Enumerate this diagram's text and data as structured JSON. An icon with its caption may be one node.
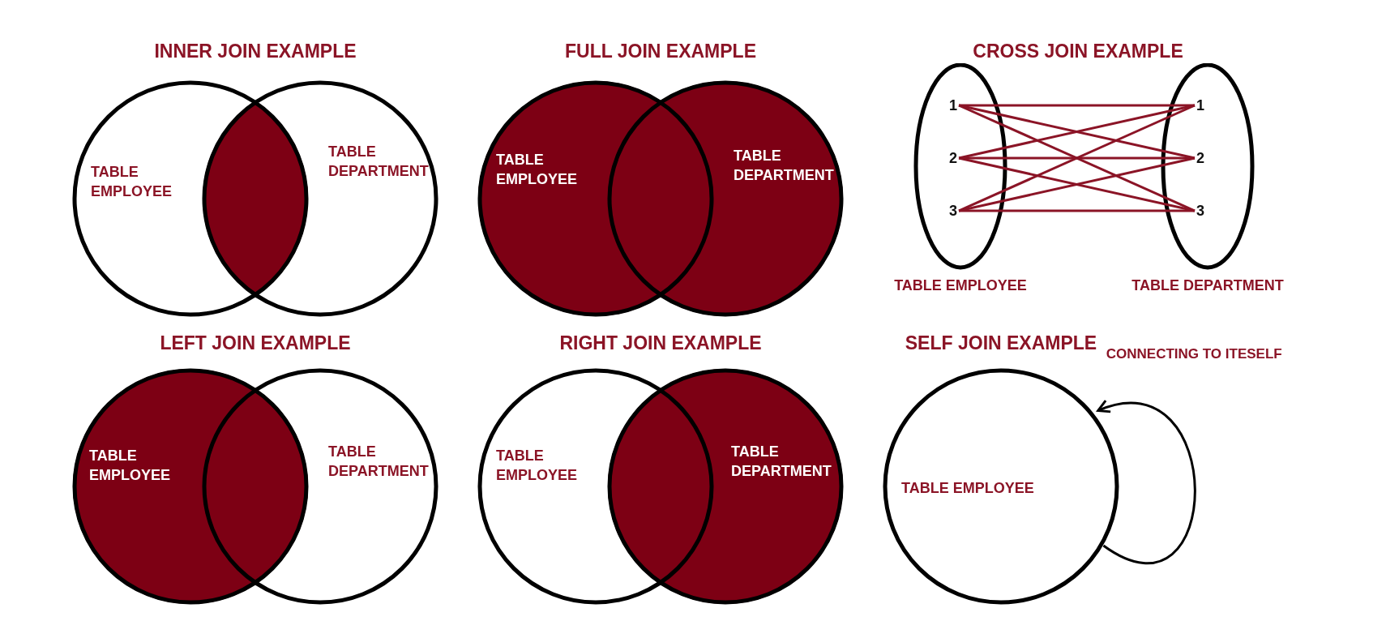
{
  "diagram": {
    "nodes": [
      {
        "text": [
          "TABLE EMPLOYEE"
        ]
      },
      {
        "text": [
          "TABLE DEPARTMENT"
        ]
      },
      {
        "text": [
          "TABLE EMPLOYEE"
        ]
      },
      {
        "text": [
          "TABLE DEPARTMENT"
        ]
      },
      {
        "text": [
          "TABLE EMPLOYEE"
        ]
      },
      {
        "text": [
          "1"
        ],
        "in": 4
      },
      {
        "text": [
          "2"
        ],
        "in": 4
      },
      {
        "text": [
          "3"
        ],
        "in": 4
      },
      {
        "text": [
          "TABLE DEPARTMENT"
        ]
      },
      {
        "text": [
          "1"
        ],
        "in": 8
      },
      {
        "text": [
          "2"
        ],
        "in": 8
      },
      {
        "text": [
          "3"
        ],
        "in": 8
      },
      {
        "text": [
          "TABLE EMPLOYEE"
        ]
      },
      {
        "text": [
          "TABLE DEPARTMENT"
        ]
      },
      {
        "text": [
          "TABLE EMPLOYEE"
        ]
      },
      {
        "text": [
          "TABLE DEPARTMENT"
        ]
      },
      {
        "text": [
          "TABLE EMPLOYEE"
        ]
      }
    ],
    "edges": [
      {
        "from": 5,
        "to": 9,
        "arrow": "none"
      },
      {
        "from": 5,
        "to": 10,
        "arrow": "none"
      },
      {
        "from": 5,
        "to": 11,
        "arrow": "none"
      },
      {
        "from": 6,
        "to": 9,
        "arrow": "none"
      },
      {
        "from": 6,
        "to": 10,
        "arrow": "none"
      },
      {
        "from": 6,
        "to": 11,
        "arrow": "none"
      },
      {
        "from": 7,
        "to": 9,
        "arrow": "none"
      },
      {
        "from": 7,
        "to": 10,
        "arrow": "none"
      },
      {
        "from": 7,
        "to": 11,
        "arrow": "none"
      },
      {
        "from": 16,
        "to": 16,
        "arrow": "to",
        "label": "CONNECTING TO ITESELF",
        "color": "#000000"
      }
    ],
    "labels": [
      "INNER JOIN EXAMPLE",
      "FULL JOIN EXAMPLE",
      "CROSS JOIN EXAMPLE",
      "LEFT JOIN EXAMPLE",
      "RIGHT JOIN EXAMPLE",
      "SELF JOIN EXAMPLE"
    ]
  }
}
